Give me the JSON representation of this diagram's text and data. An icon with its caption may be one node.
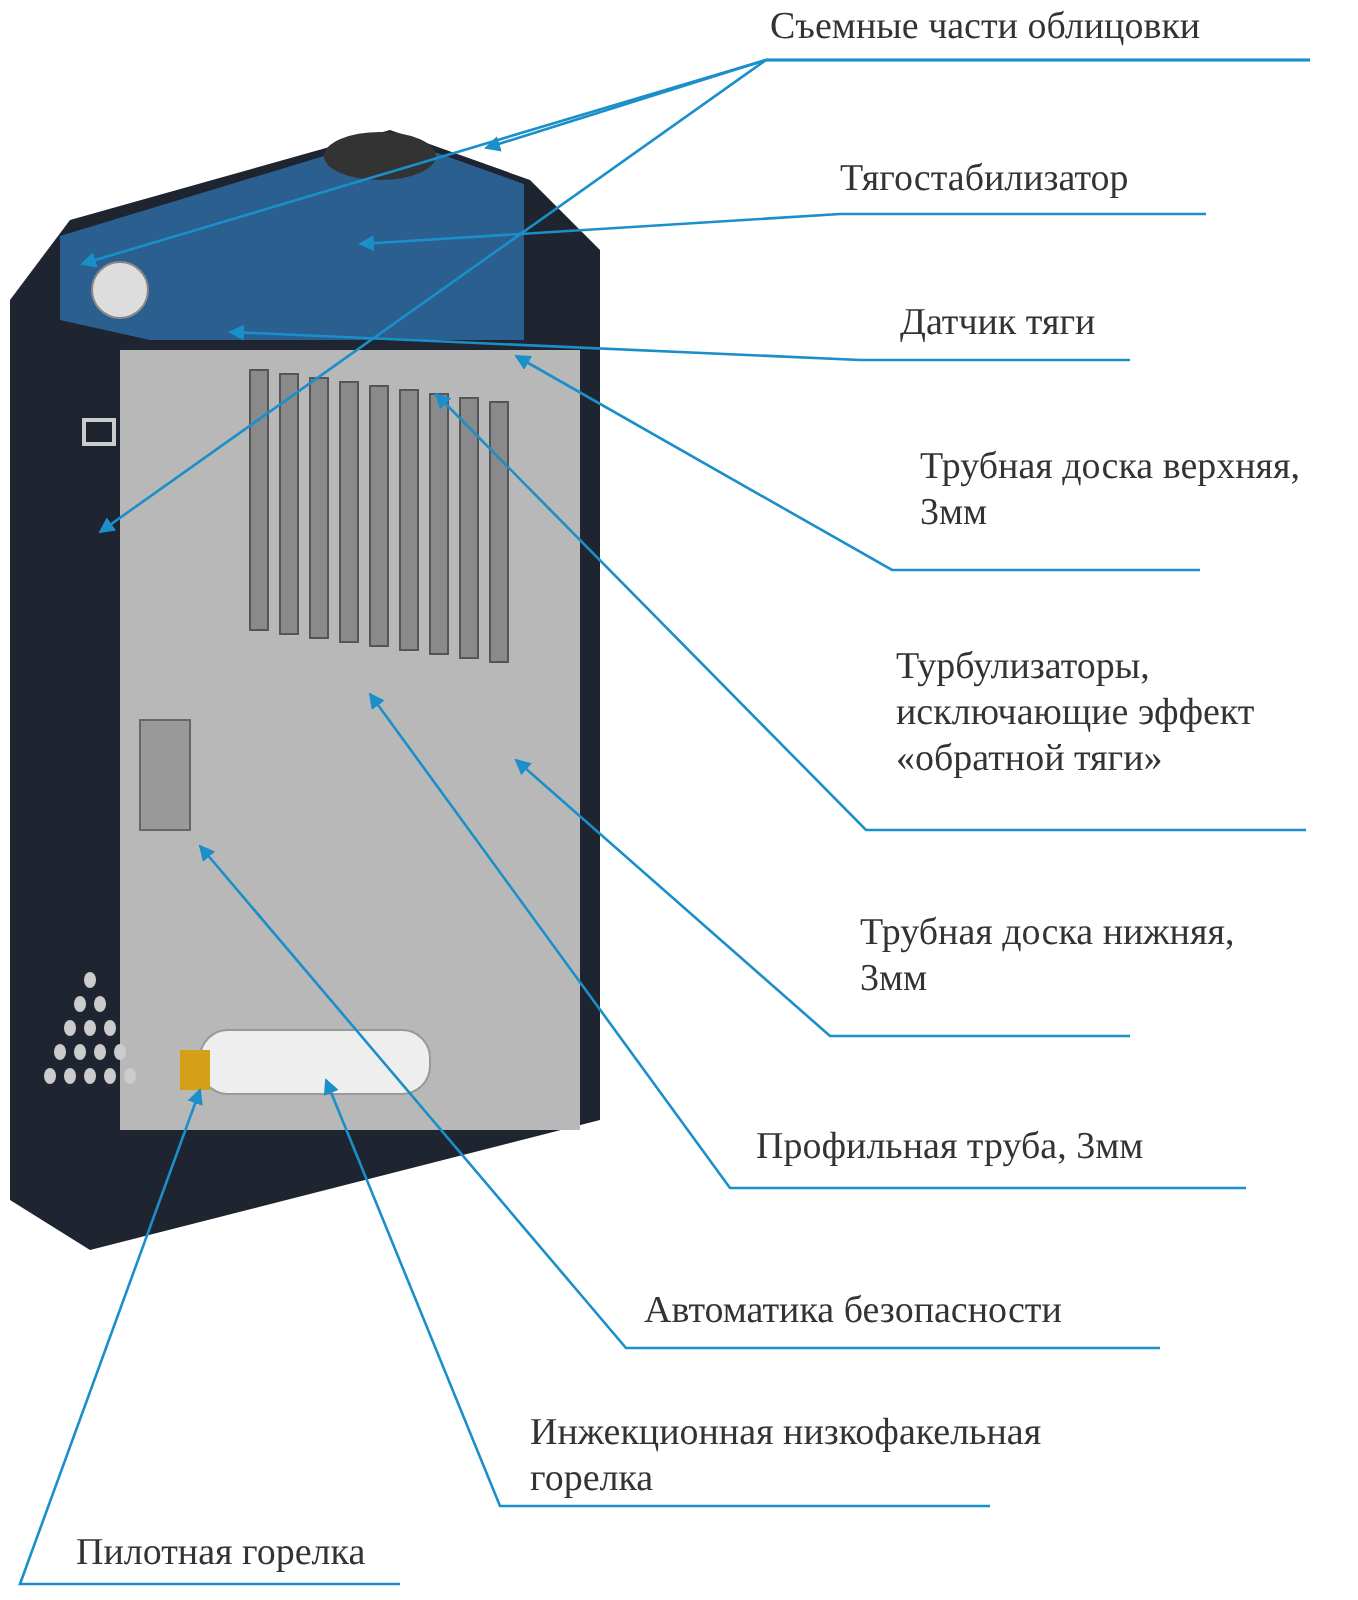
{
  "diagram": {
    "nodes": [
      {
        "text": [
          "Съемные части облицовки"
        ]
      },
      {
        "text": [
          "Тягостабилизатор"
        ]
      },
      {
        "text": [
          "Датчик тяги"
        ]
      },
      {
        "text": [
          "Трубная доска верхняя, 3мм"
        ]
      },
      {
        "text": [
          "Турбулизаторы, исключающие эффект «обратной тяги»"
        ]
      },
      {
        "text": [
          "Трубная доска нижняя, 3мм"
        ]
      },
      {
        "text": [
          "Профильная труба, 3мм"
        ]
      },
      {
        "text": [
          "Автоматика безопасности"
        ]
      },
      {
        "text": [
          "Инжекционная низкофакельная горелка"
        ]
      },
      {
        "text": [
          "Пилотная горелка"
        ]
      }
    ],
    "edges": [
      {
        "from": 0,
        "to": null,
        "arrow": "to"
      },
      {
        "from": 0,
        "to": null,
        "arrow": "to"
      },
      {
        "from": 0,
        "to": null,
        "arrow": "to"
      },
      {
        "from": 1,
        "to": null,
        "arrow": "to"
      },
      {
        "from": 2,
        "to": null,
        "arrow": "to"
      },
      {
        "from": 3,
        "to": null,
        "arrow": "to"
      },
      {
        "from": 4,
        "to": null,
        "arrow": "to"
      },
      {
        "from": 5,
        "to": null,
        "arrow": "to"
      },
      {
        "from": 6,
        "to": null,
        "arrow": "to"
      },
      {
        "from": 7,
        "to": null,
        "arrow": "to"
      },
      {
        "from": 8,
        "to": null,
        "arrow": "to"
      },
      {
        "from": 9,
        "to": null,
        "arrow": "to"
      }
    ]
  }
}
